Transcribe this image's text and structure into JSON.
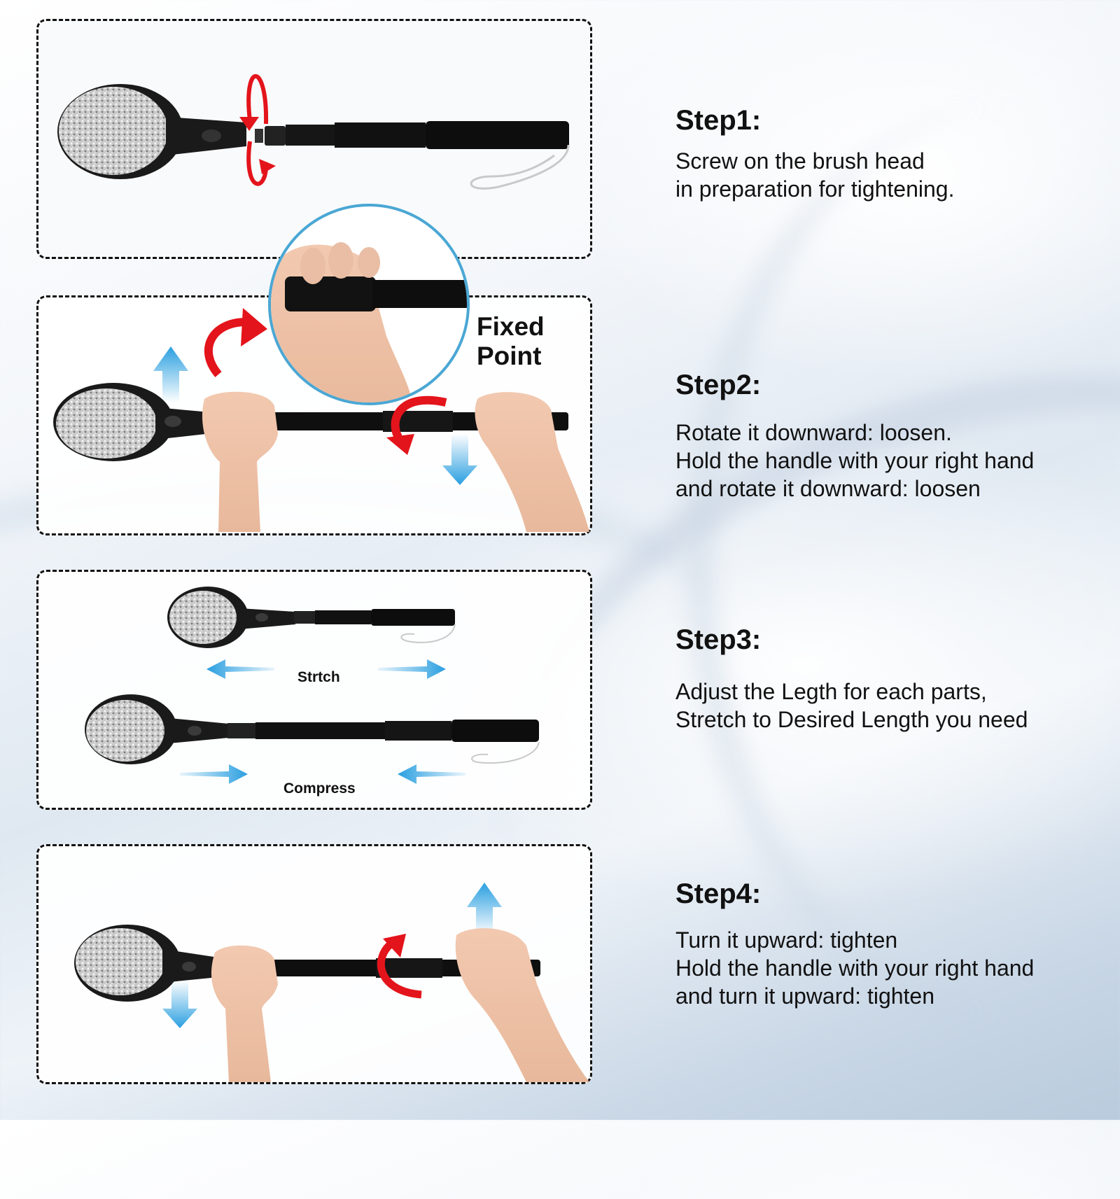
{
  "steps": [
    {
      "title": "Step1:",
      "lines": [
        "Screw on the brush head",
        "in preparation for tightening."
      ]
    },
    {
      "title": "Step2:",
      "lines": [
        "Rotate it downward: loosen.",
        "Hold the handle with your right hand",
        "and rotate it downward: loosen"
      ]
    },
    {
      "title": "Step3:",
      "lines": [
        "Adjust the Legth for each parts,",
        "Stretch to Desired Length you need"
      ]
    },
    {
      "title": "Step4:",
      "lines": [
        "Turn it upward: tighten",
        "Hold the handle with your right hand",
        "and turn it upward: tighten"
      ]
    }
  ],
  "panels": {
    "step2_callout": {
      "line1": "Fixed",
      "line2": "Point"
    },
    "step3_labels": {
      "stretch": "Strtch",
      "compress": "Compress"
    }
  },
  "colors": {
    "arrow_red": "#e3141b",
    "arrow_blue": "#2a9fe0",
    "callout_ring": "#4aa7d4",
    "handle_black": "#111111",
    "bristle_gray": "#b8b8b8"
  },
  "icons": [
    "rotate-arrow-icon",
    "up-arrow-icon",
    "down-arrow-icon",
    "left-arrow-icon",
    "right-arrow-icon"
  ]
}
